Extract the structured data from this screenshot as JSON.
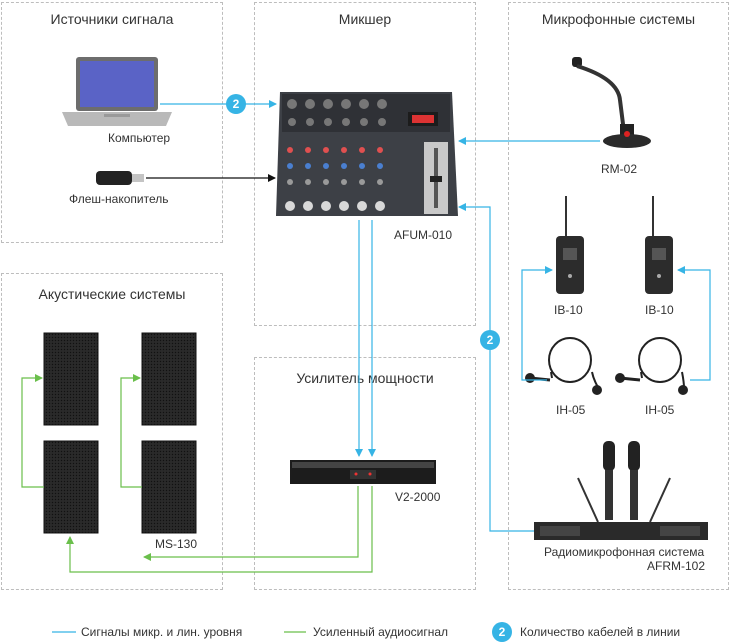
{
  "sections": {
    "sources": "Источники сигнала",
    "mixer": "Микшер",
    "mics": "Микрофонные системы",
    "acoustic": "Акустические системы",
    "amp": "Усилитель мощности"
  },
  "devices": {
    "computer": "Компьютер",
    "flash": "Флеш-накопитель",
    "mixer_model": "AFUM-010",
    "gooseneck": "RM-02",
    "bodypack_left": "IB-10",
    "bodypack_right": "IB-10",
    "headset_left": "IH-05",
    "headset_right": "IH-05",
    "amplifier": "V2-2000",
    "speakers": "MS-130",
    "radio_system_line1": "Радиомикрофонная система",
    "radio_system_line2": "AFRM-102"
  },
  "cable_counts": {
    "computer_to_mixer": "2",
    "radio_to_mixer": "2"
  },
  "legend": {
    "line_signal": "Сигналы микр. и лин. уровня",
    "amplified": "Усиленный аудиосигнал",
    "badge_example": "2",
    "cable_count": "Количество кабелей в линии"
  },
  "colors": {
    "line_signal": "#36b4e5",
    "amplified": "#6abf4b",
    "control_line": "#111111",
    "badge": "#36b4e5"
  }
}
